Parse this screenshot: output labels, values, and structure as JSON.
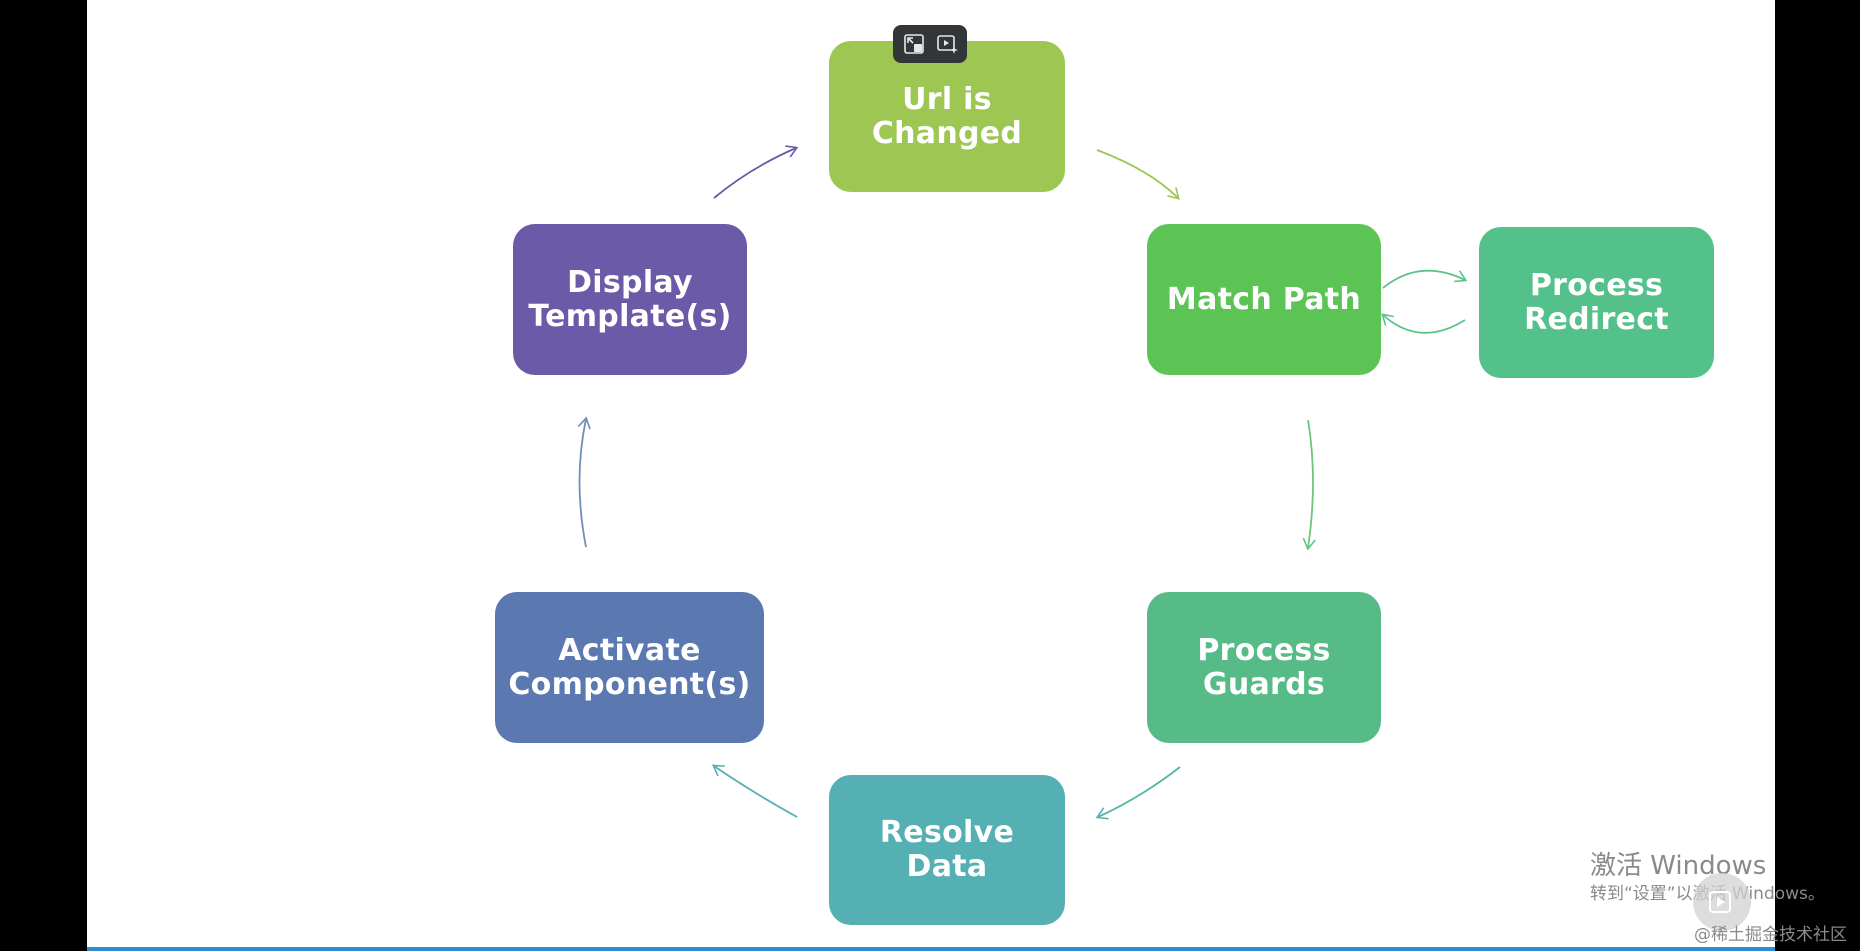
{
  "diagram": {
    "nodes": {
      "url_changed": {
        "line1": "Url is",
        "line2": "Changed",
        "color": "#9dc653"
      },
      "match_path": {
        "line1": "Match Path",
        "color": "#5bc455"
      },
      "process_redirect": {
        "line1": "Process",
        "line2": "Redirect",
        "color": "#55c18a"
      },
      "process_guards": {
        "line1": "Process",
        "line2": "Guards",
        "color": "#56bb87"
      },
      "resolve_data": {
        "line1": "Resolve",
        "line2": "Data",
        "color": "#54b0b2"
      },
      "activate_component": {
        "line1": "Activate",
        "line2": "Component(s)",
        "color": "#5b79b0"
      },
      "display_template": {
        "line1": "Display",
        "line2": "Template(s)",
        "color": "#6a5aa8"
      }
    }
  },
  "toolbar": {
    "buttons": [
      {
        "icon": "exit-pip-icon"
      },
      {
        "icon": "video-sparkle-icon"
      }
    ]
  },
  "overlay": {
    "activation_title": "激活 Windows",
    "activation_sub": "转到“设置”以激活 Windows。",
    "credit": "@稀土掘金技术社区"
  }
}
